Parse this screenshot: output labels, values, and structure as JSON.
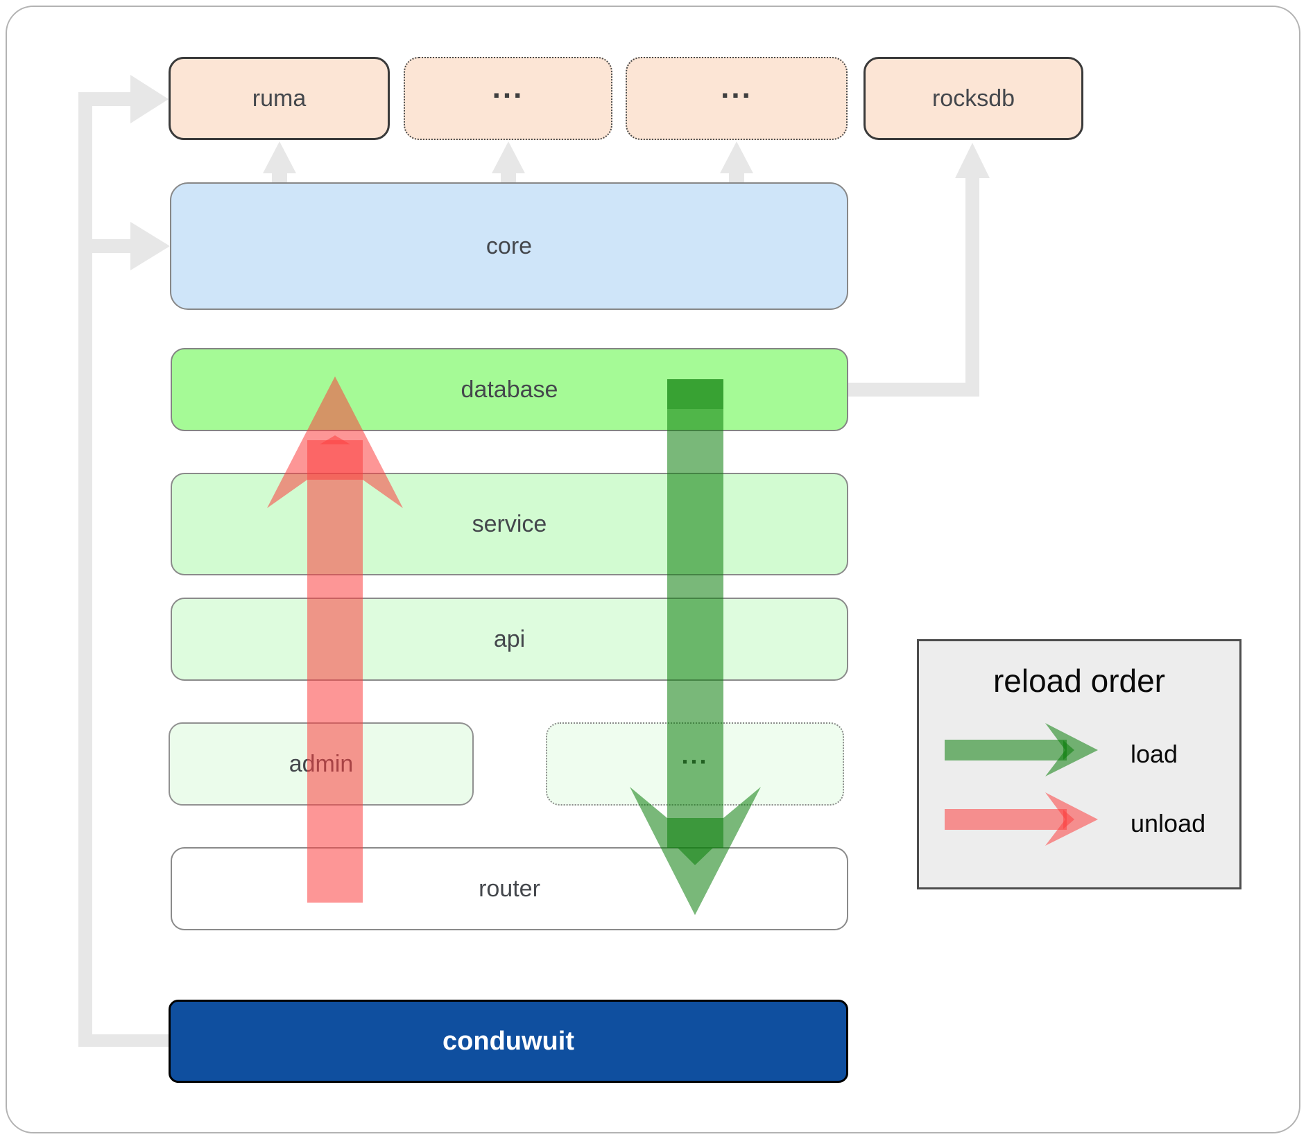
{
  "diagram": {
    "top_row": [
      {
        "label": "ruma",
        "style": "solid"
      },
      {
        "label": "...",
        "style": "dotted"
      },
      {
        "label": "...",
        "style": "dotted"
      },
      {
        "label": "rocksdb",
        "style": "solid"
      }
    ],
    "layers": {
      "core": {
        "label": "core"
      },
      "database": {
        "label": "database"
      },
      "service": {
        "label": "service"
      },
      "api": {
        "label": "api"
      },
      "admin": {
        "label": "admin"
      },
      "admin_more": {
        "label": "..."
      },
      "router": {
        "label": "router"
      },
      "conduwuit": {
        "label": "conduwuit"
      }
    }
  },
  "legend": {
    "title": "reload order",
    "items": [
      {
        "label": "load",
        "direction": "down"
      },
      {
        "label": "unload",
        "direction": "up"
      }
    ]
  },
  "colors": {
    "load_green": "#0b7d0b",
    "unload_red": "#fb4040",
    "connector_gray": "#e7e7e7",
    "peach": "#fce5d5",
    "core_blue": "#cfe5f9",
    "database_green": "#a5fa96",
    "service_green": "#d2fbd1",
    "api_green": "#defcde",
    "admin_green": "#ebfceb",
    "row5_green": "#effdef",
    "router_white": "#ffffff",
    "conduwuit_navy": "#0f4f9f",
    "legend_bg": "#ededed"
  }
}
